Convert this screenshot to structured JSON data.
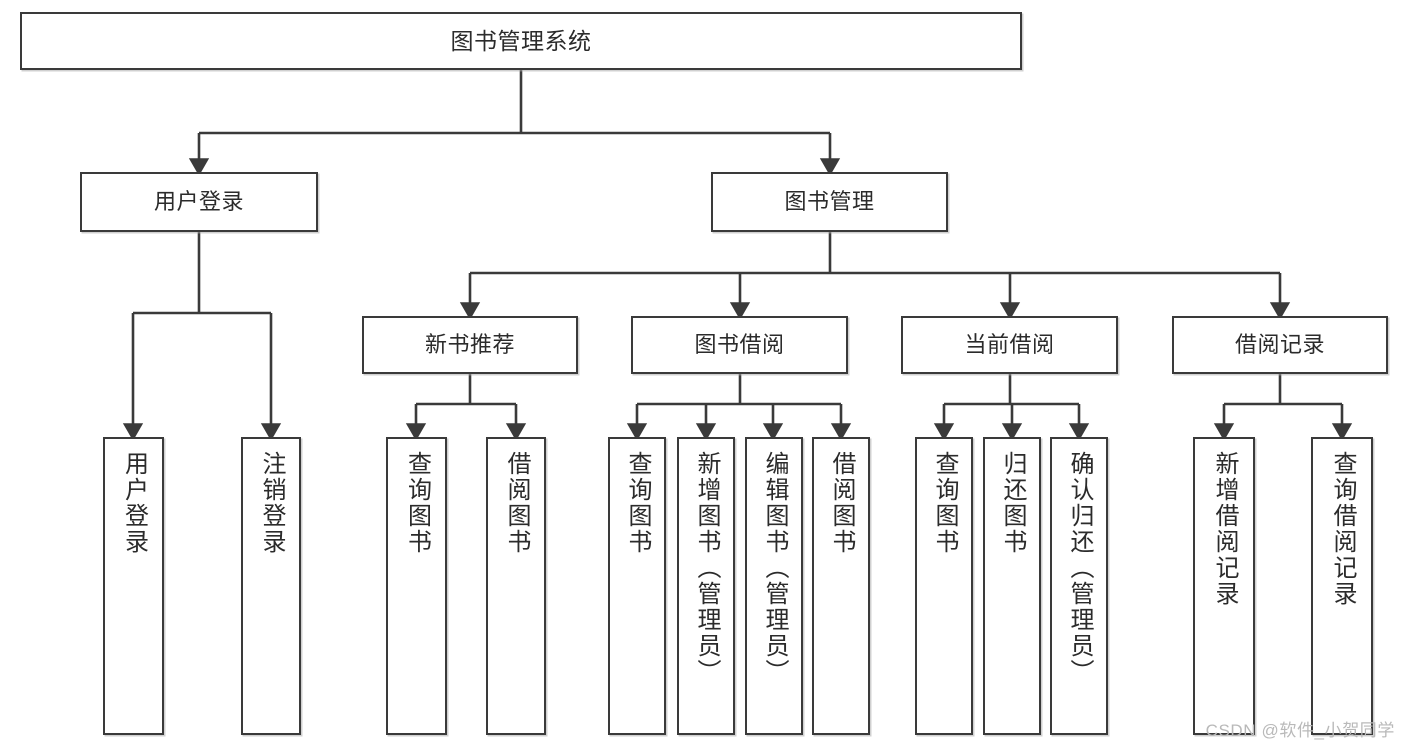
{
  "diagram": {
    "type": "tree-flowchart",
    "title": "图书管理系统",
    "watermark": "CSDN @软件_小贺同学",
    "colors": {
      "box_border": "#3a3a3a",
      "box_fill": "#ffffff",
      "line": "#3a3a3a",
      "text": "#2b2b2b",
      "watermark": "#b9b9b9"
    },
    "levels": {
      "root": {
        "label": "图书管理系统"
      },
      "level2": [
        {
          "id": "user-login",
          "label": "用户登录"
        },
        {
          "id": "book-manage",
          "label": "图书管理"
        }
      ],
      "level3": [
        {
          "id": "new-book-recommend",
          "label": "新书推荐",
          "parent": "book-manage"
        },
        {
          "id": "book-borrow",
          "label": "图书借阅",
          "parent": "book-manage"
        },
        {
          "id": "current-borrow",
          "label": "当前借阅",
          "parent": "book-manage"
        },
        {
          "id": "borrow-record",
          "label": "借阅记录",
          "parent": "book-manage"
        }
      ],
      "leaves": [
        {
          "id": "leaf-user-login",
          "label": "用户登录",
          "parent": "user-login"
        },
        {
          "id": "leaf-logout",
          "label": "注销登录",
          "parent": "user-login"
        },
        {
          "id": "leaf-query-book-1",
          "label": "查询图书",
          "parent": "new-book-recommend"
        },
        {
          "id": "leaf-borrow-book-1",
          "label": "借阅图书",
          "parent": "new-book-recommend"
        },
        {
          "id": "leaf-query-book-2",
          "label": "查询图书",
          "parent": "book-borrow"
        },
        {
          "id": "leaf-add-book",
          "label": "新增图书（管理员）",
          "parent": "book-borrow"
        },
        {
          "id": "leaf-edit-book",
          "label": "编辑图书（管理员）",
          "parent": "book-borrow"
        },
        {
          "id": "leaf-borrow-book-2",
          "label": "借阅图书",
          "parent": "book-borrow"
        },
        {
          "id": "leaf-query-book-3",
          "label": "查询图书",
          "parent": "current-borrow"
        },
        {
          "id": "leaf-return-book",
          "label": "归还图书",
          "parent": "current-borrow"
        },
        {
          "id": "leaf-confirm-return",
          "label": "确认归还（管理员）",
          "parent": "current-borrow"
        },
        {
          "id": "leaf-add-record",
          "label": "新增借阅记录",
          "parent": "borrow-record"
        },
        {
          "id": "leaf-query-record",
          "label": "查询借阅记录",
          "parent": "borrow-record"
        }
      ]
    }
  }
}
